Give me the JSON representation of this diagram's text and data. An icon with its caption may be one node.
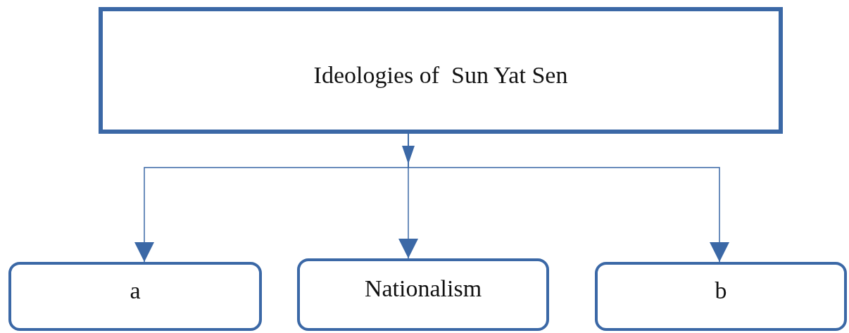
{
  "diagram": {
    "nodes": [
      {
        "text": [
          "Ideologies of  Sun Yat Sen"
        ]
      },
      {
        "text": [
          "a"
        ]
      },
      {
        "text": [
          "Nationalism"
        ]
      },
      {
        "text": [
          "b"
        ]
      }
    ],
    "edges": [
      {
        "from": 0,
        "to": 1,
        "arrow": "to"
      },
      {
        "from": 0,
        "to": 2,
        "arrow": "to"
      },
      {
        "from": 0,
        "to": 3,
        "arrow": "to"
      }
    ]
  }
}
